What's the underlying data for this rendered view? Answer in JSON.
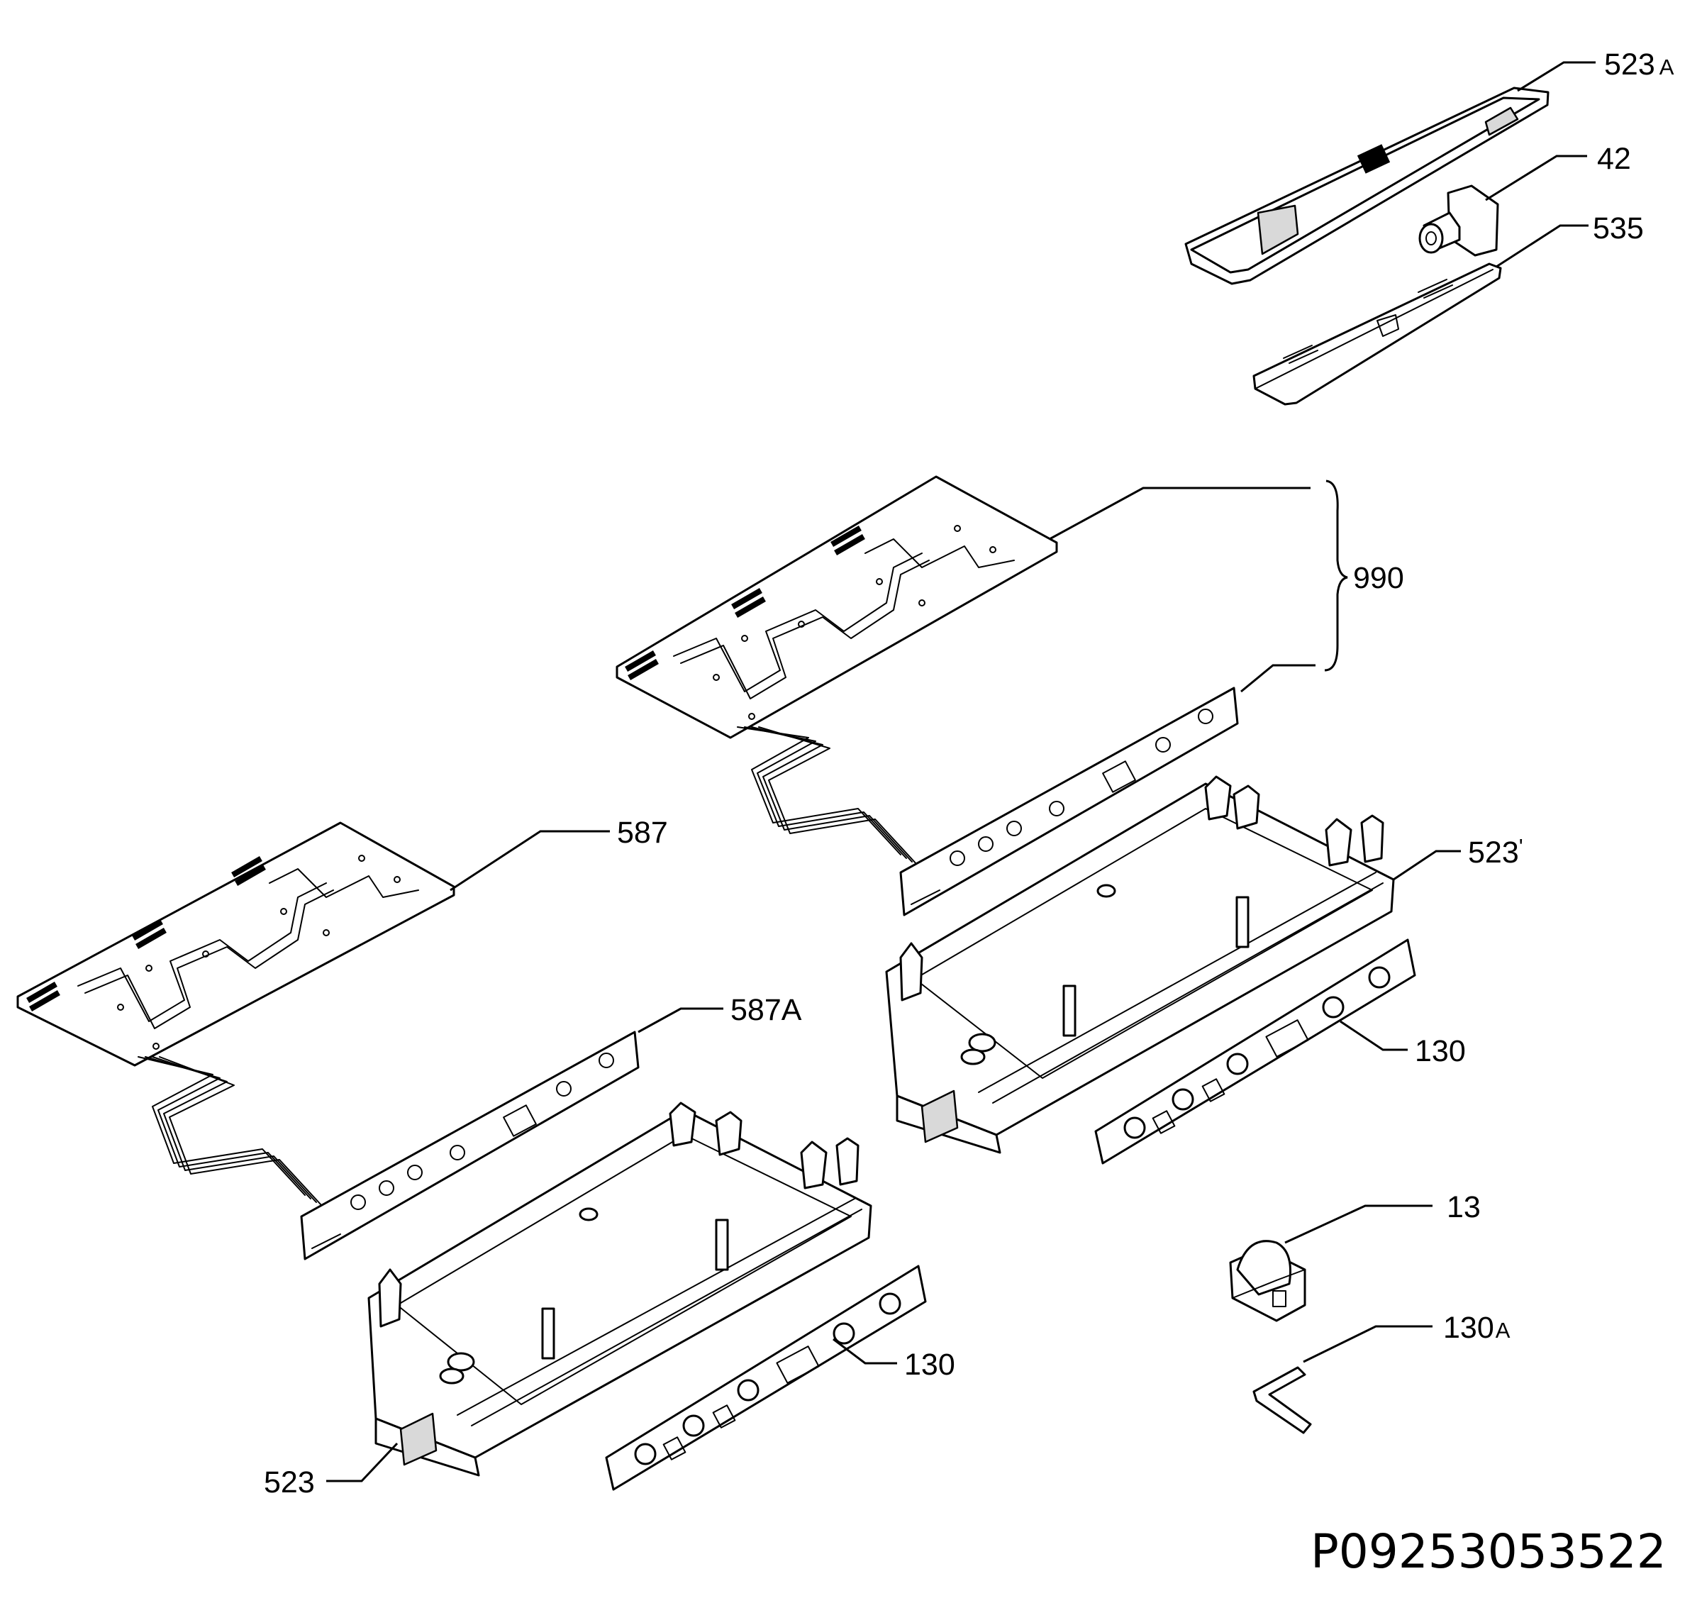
{
  "labels": {
    "p523a": {
      "num": "523",
      "suffix": "A"
    },
    "p42": {
      "num": "42"
    },
    "p535": {
      "num": "535"
    },
    "p990": {
      "num": "990"
    },
    "p587": {
      "num": "587"
    },
    "p587a": {
      "num": "587A"
    },
    "p523_right": {
      "num": "523",
      "suffix": "'"
    },
    "p130_right": {
      "num": "130"
    },
    "p13": {
      "num": "13"
    },
    "p130a": {
      "num": "130",
      "suffix": "A"
    },
    "p130_left": {
      "num": "130"
    },
    "p523_left": {
      "num": "523"
    }
  },
  "drawing_code": "P09253053522"
}
